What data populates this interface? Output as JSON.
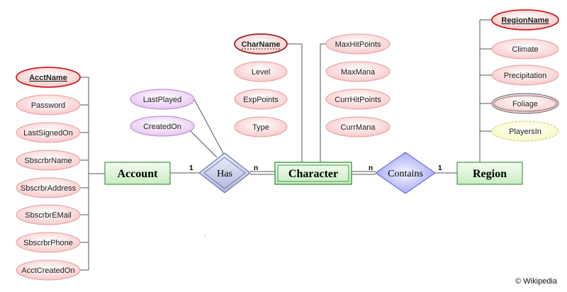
{
  "colors": {
    "attr_fill": "#f9d2d2",
    "attr_stroke": "#e89a9a",
    "key_stroke": "#d42020",
    "rel_attr_fill": "#ecd3f5",
    "rel_attr_stroke": "#b97fd1",
    "derived_fill": "#fbfbd2",
    "derived_stroke": "#c9c95a",
    "entity_fill": "#d8f3d3",
    "entity_stroke": "#3f9b3f",
    "has_fill": "#c9d0ec",
    "has_stroke": "#6e78a8",
    "contains_fill": "#c9ccf8",
    "contains_stroke": "#6b6fe0",
    "line": "#555555"
  },
  "account": {
    "entity": "Account",
    "attributes": [
      "AcctName",
      "Password",
      "LastSignedOn",
      "SbscrbrName",
      "SbscrbrAddress",
      "SbscrbrEMail",
      "SbscrbrPhone",
      "AcctCreatedOn"
    ]
  },
  "has": {
    "label": "Has",
    "attributes": [
      "LastPlayed",
      "CreatedOn"
    ],
    "card_left": "1",
    "card_right": "n"
  },
  "character": {
    "entity": "Character",
    "attributes_left": [
      "CharName",
      "Level",
      "ExpPoints",
      "Type"
    ],
    "attributes_right": [
      "MaxHitPoints",
      "MaxMana",
      "CurrHitPoints",
      "CurrMana"
    ]
  },
  "contains": {
    "label": "Contains",
    "card_left": "n",
    "card_right": "1"
  },
  "region": {
    "entity": "Region",
    "attributes": [
      "RegionName",
      "Climate",
      "Precipitation",
      "Foliage",
      "PlayersIn"
    ]
  },
  "credit": "© Wikipedia"
}
